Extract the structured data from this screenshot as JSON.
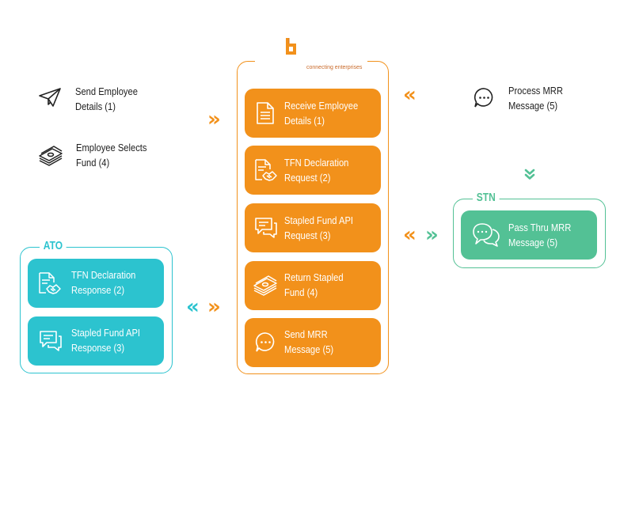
{
  "brand": {
    "tagline": "connecting enterprises",
    "color": "#f2911b"
  },
  "colors": {
    "orange": "#f2911b",
    "teal": "#2cc3cf",
    "green": "#53c195",
    "text_dark": "#1e1e1e"
  },
  "employee_side": {
    "items": [
      {
        "label_line1": "Send Employee",
        "label_line2": "Details (1)",
        "icon": "paper-plane-icon"
      },
      {
        "label_line1": "Employee Selects",
        "label_line2": "Fund  (4)",
        "icon": "money-stack-icon"
      }
    ]
  },
  "center": {
    "cards": [
      {
        "label_line1": "Receive Employee",
        "label_line2": "Details (1)",
        "icon": "document-icon"
      },
      {
        "label_line1": "TFN Declaration",
        "label_line2": "Request (2)",
        "icon": "document-handshake-icon"
      },
      {
        "label_line1": "Stapled Fund API",
        "label_line2": "Request (3)",
        "icon": "chat-bubbles-icon"
      },
      {
        "label_line1": "Return Stapled",
        "label_line2": "Fund (4)",
        "icon": "money-stack-icon"
      },
      {
        "label_line1": "Send MRR",
        "label_line2": "Message (5)",
        "icon": "speech-bubble-dots-icon"
      }
    ]
  },
  "ato": {
    "title": "ATO",
    "cards": [
      {
        "label_line1": "TFN Declaration",
        "label_line2": "Response (2)",
        "icon": "document-handshake-icon"
      },
      {
        "label_line1": "Stapled Fund API",
        "label_line2": "Response (3)",
        "icon": "chat-bubbles-icon"
      }
    ]
  },
  "stn": {
    "title": "STN",
    "card": {
      "label_line1": "Pass Thru MRR",
      "label_line2": "Message (5)",
      "icon": "double-chat-icon"
    }
  },
  "process": {
    "label_line1": "Process MRR",
    "label_line2": "Message (5)",
    "icon": "speech-bubble-dots-icon"
  },
  "arrows": {
    "right_double": "»",
    "left_double": "«"
  }
}
